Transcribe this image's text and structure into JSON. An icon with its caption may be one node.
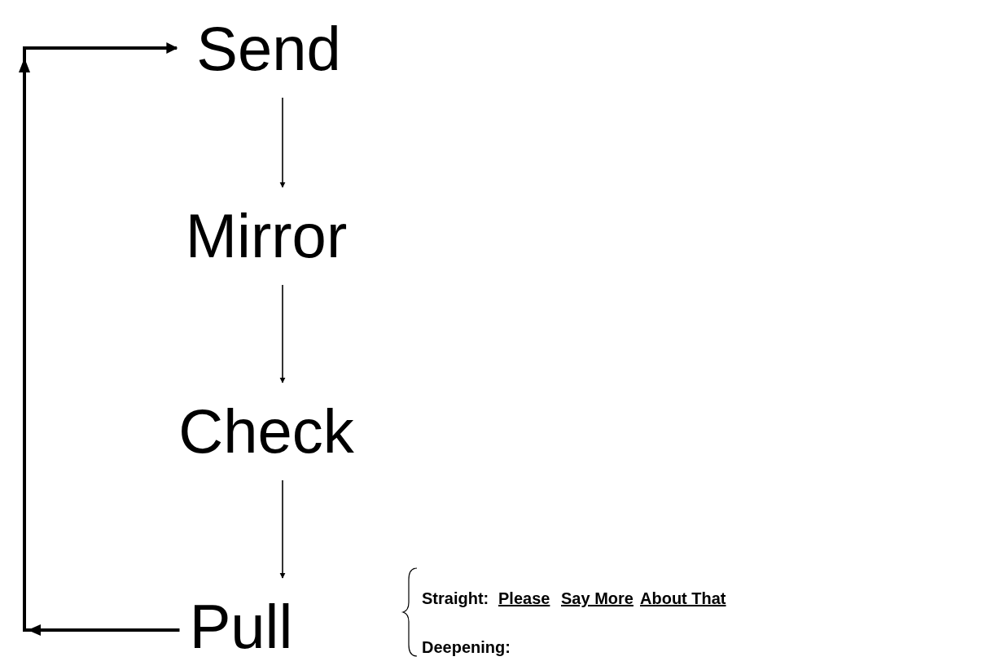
{
  "diagram": {
    "nodes": [
      {
        "text": [
          "Send"
        ]
      },
      {
        "text": [
          "Mirror"
        ]
      },
      {
        "text": [
          "Check"
        ]
      },
      {
        "text": [
          "Pull"
        ]
      }
    ],
    "edges": [
      {
        "from": 0,
        "to": 1,
        "arrow": "to"
      },
      {
        "from": 1,
        "to": 2,
        "arrow": "to"
      },
      {
        "from": 2,
        "to": 3,
        "arrow": "to"
      },
      {
        "from": 3,
        "to": 0,
        "arrow": "to",
        "style": "thick"
      }
    ],
    "labels": [
      "Straight:",
      "Please",
      "Say More",
      "About That",
      "Deepening:"
    ]
  }
}
